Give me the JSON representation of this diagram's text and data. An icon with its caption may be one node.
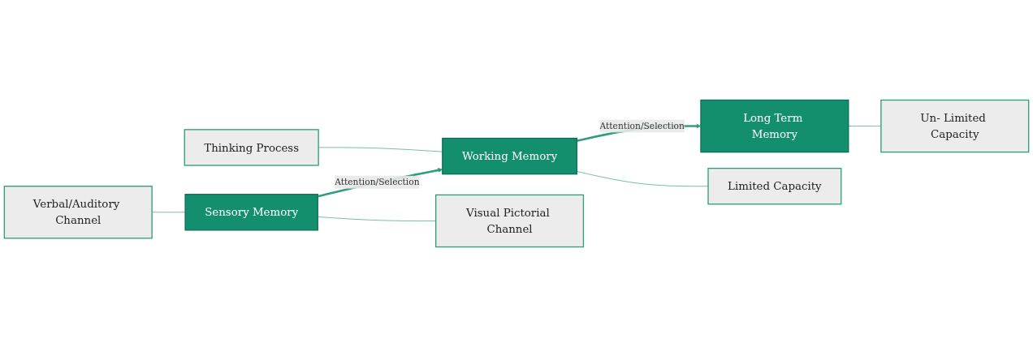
{
  "diagram": {
    "nodes": [
      {
        "text": [
          "Verbal/Auditory Channel"
        ]
      },
      {
        "text": [
          "Thinking Process"
        ]
      },
      {
        "text": [
          "Sensory Memory"
        ]
      },
      {
        "text": [
          "Working Memory"
        ]
      },
      {
        "text": [
          "Long Term Memory"
        ]
      },
      {
        "text": [
          "Visual Pictorial Channel"
        ]
      },
      {
        "text": [
          "Limited Capacity"
        ]
      },
      {
        "text": [
          "Un- Limited Capacity"
        ]
      }
    ],
    "edges": [
      {
        "from": 0,
        "to": 2,
        "arrow": "none"
      },
      {
        "from": 2,
        "to": 5,
        "arrow": "none"
      },
      {
        "from": 1,
        "to": 3,
        "arrow": "none"
      },
      {
        "from": 3,
        "to": 6,
        "arrow": "none"
      },
      {
        "from": 4,
        "to": 7,
        "arrow": "none"
      },
      {
        "from": 2,
        "to": 3,
        "label": "Attention/Selection",
        "arrow": "to",
        "style": "thick"
      },
      {
        "from": 3,
        "to": 4,
        "label": "Attention/Selection",
        "arrow": "to",
        "style": "thick"
      }
    ]
  }
}
